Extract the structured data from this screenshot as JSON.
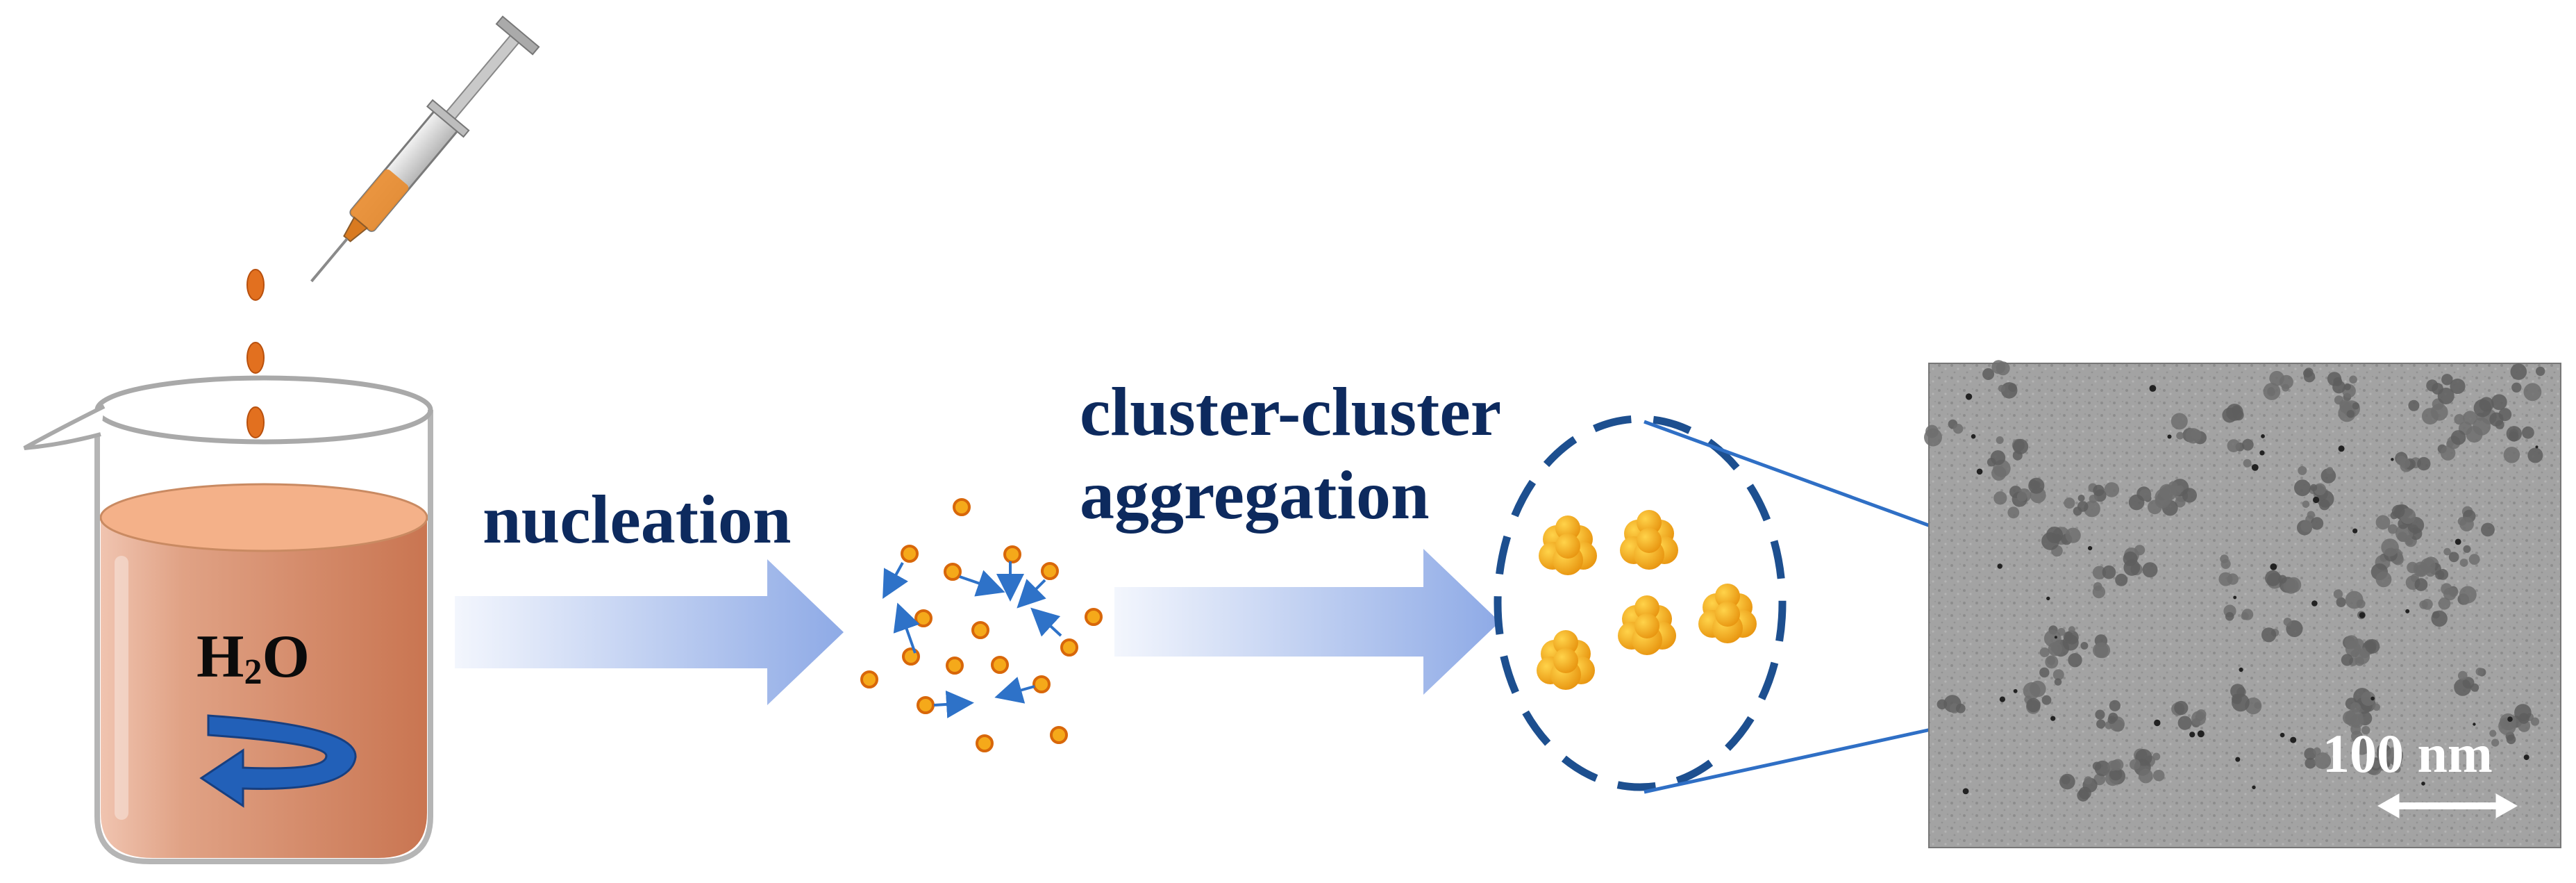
{
  "labels": {
    "step1": "nucleation",
    "step2_line1": "cluster-cluster",
    "step2_line2": "aggregation",
    "solvent_main": "H",
    "solvent_sub": "2",
    "solvent_tail": "O",
    "scale_bar": "100 nm"
  },
  "colors": {
    "label_text": "#0d2a5e",
    "liquid": "#d98a66",
    "liquid_top": "#f4b189",
    "droplet": "#e2701f",
    "particle": "#f5a91a",
    "particle_edge": "#d8670a",
    "arrow_blue": "#2e72c8",
    "process_arrow": "#9fb8ea",
    "dashed_circle": "#1d4f8f",
    "tem_background": "#9d9d9d"
  },
  "icons": {
    "syringe": "syringe-icon",
    "beaker": "beaker-icon",
    "stir": "stir-rotation-icon",
    "cluster": "nanocluster-icon"
  }
}
